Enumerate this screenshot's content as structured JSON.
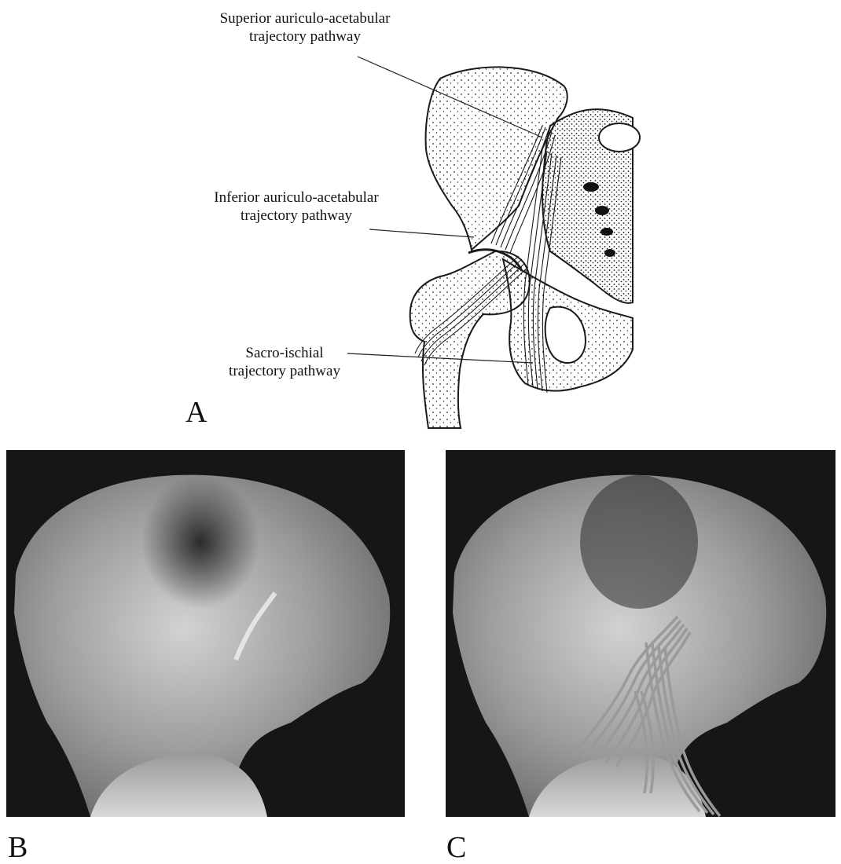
{
  "figure": {
    "panel_a": {
      "letter": "A",
      "labels": {
        "superior": [
          "Superior auriculo-acetabular",
          "trajectory pathway"
        ],
        "inferior": [
          "Inferior auriculo-acetabular",
          "trajectory pathway"
        ],
        "sacro": [
          "Sacro-ischial",
          "trajectory pathway"
        ]
      }
    },
    "panel_b": {
      "letter": "B"
    },
    "panel_c": {
      "letter": "C"
    }
  },
  "colors": {
    "line_art": "#1a1a1a",
    "xray_background": "#161616",
    "xray_bone": "#bdbdbd",
    "trajectory_overlay": "#9a9a9a"
  },
  "icons": [
    "pelvis-line-drawing",
    "xray-acetabulum",
    "xray-acetabulum-with-trajectories"
  ]
}
